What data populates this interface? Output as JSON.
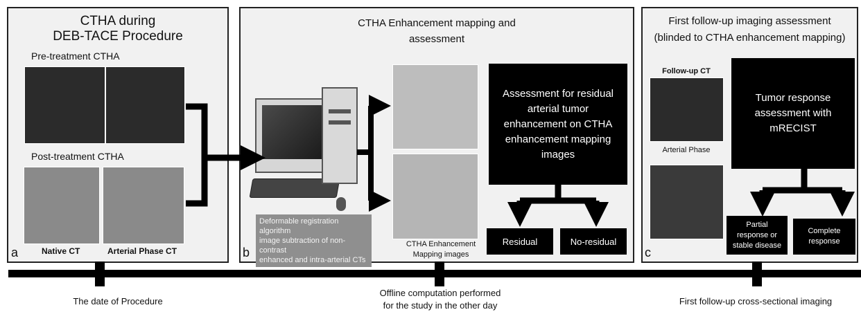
{
  "panel_a": {
    "title_line1": "CTHA during",
    "title_line2": "DEB-TACE Procedure",
    "pre_label": "Pre-treatment CTHA",
    "post_label": "Post-treatment CTHA",
    "native_label": "Native CT",
    "arterial_label": "Arterial Phase CT",
    "letter": "a"
  },
  "panel_b": {
    "title_line1": "CTHA Enhancement mapping and",
    "title_line2": "assessment",
    "algo_line1": "Deformable registration algorithm",
    "algo_line2": "image subtraction of non-contrast",
    "algo_line3": "enhanced and intra-arterial CTs",
    "mapping_line1": "CTHA Enhancement",
    "mapping_line2": "Mapping images",
    "assess_lines": [
      "Assessment for residual",
      "arterial tumor",
      "enhancement on CTHA",
      "enhancement mapping",
      "images"
    ],
    "residual": "Residual",
    "no_residual": "No-residual",
    "letter": "b"
  },
  "panel_c": {
    "title_line1": "First follow-up imaging assessment",
    "title_line2": "(blinded to CTHA enhancement mapping)",
    "followup_label": "Follow-up CT",
    "arterial_label": "Arterial Phase",
    "response_lines": [
      "Tumor response",
      "assessment with",
      "mRECIST"
    ],
    "partial_lines": [
      "Partial",
      "response or",
      "stable disease"
    ],
    "complete_lines": [
      "Complete",
      "response"
    ],
    "letter": "c"
  },
  "timeline": {
    "procedure": "The date of Procedure",
    "offline_line1": "Offline computation performed",
    "offline_line2": "for the study in the other day",
    "followup": "First follow-up cross-sectional imaging"
  }
}
